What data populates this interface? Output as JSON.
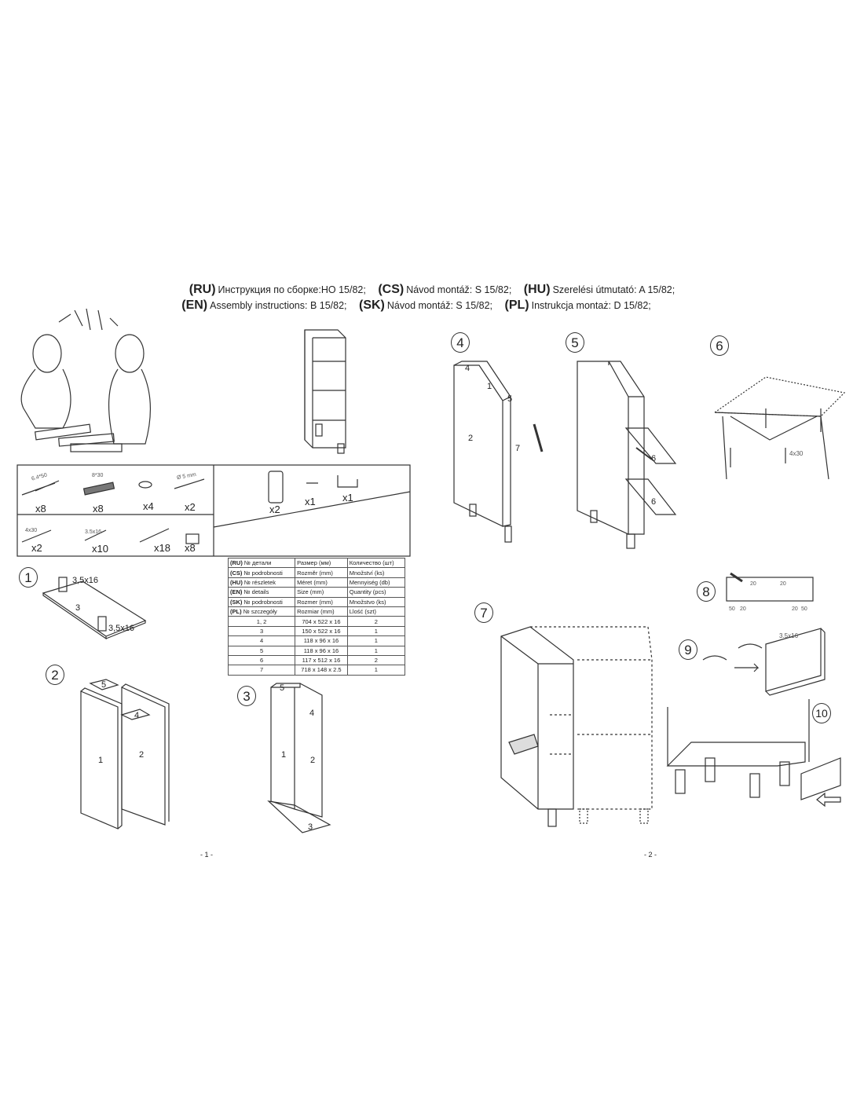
{
  "header": {
    "line1": [
      {
        "code": "(RU)",
        "text": "Инструкция по сборке:HO 15/82;"
      },
      {
        "code": "(CS)",
        "text": "Návod montáž: S 15/82;"
      },
      {
        "code": "(HU)",
        "text": "Szerelési útmutató: A 15/82;"
      }
    ],
    "line2": [
      {
        "code": "(EN)",
        "text": "Assembly instructions: B 15/82;"
      },
      {
        "code": "(SK)",
        "text": "Návod montáž: S 15/82;"
      },
      {
        "code": "(PL)",
        "text": "Instrukcja montaż: D 15/82;"
      }
    ]
  },
  "hardware": {
    "row1": [
      {
        "size": "6.4*50",
        "count": "x8"
      },
      {
        "size": "8*30",
        "count": "x8"
      },
      {
        "size": "",
        "count": "x4"
      },
      {
        "size": "Ø 5 mm",
        "count": "x2"
      }
    ],
    "row2": [
      {
        "size": "4x30",
        "count": "x2"
      },
      {
        "size": "3.5x16",
        "count": "x10"
      },
      {
        "size": "",
        "count": "x18"
      },
      {
        "size": "",
        "count": "x8"
      }
    ],
    "right": [
      {
        "count": "x2"
      },
      {
        "count": "x1"
      },
      {
        "count": "x1"
      }
    ]
  },
  "parts_table": {
    "headers": [
      [
        "(RU)",
        "№ детали",
        "Размер  (мм)",
        "Количество (шт)"
      ],
      [
        "(CS)",
        "№ podrobnosti",
        "Rozměr (mm)",
        "Množství (ks)"
      ],
      [
        "(HU)",
        "№ részletek",
        "Méret (mm)",
        "Mennyiség (db)"
      ],
      [
        "(EN)",
        "№ details",
        "Size (mm)",
        "Quantity  (pcs)"
      ],
      [
        "(SK)",
        "№ podrobnosti",
        "Rozmer (mm)",
        "Množstvo (ks)"
      ],
      [
        "(PL)",
        "№ szczegóły",
        "Rozmiar (mm)",
        "Llość (szt)"
      ]
    ],
    "rows": [
      [
        "1, 2",
        "704 x 522 x 16",
        "2"
      ],
      [
        "3",
        "150 x 522 x 16",
        "1"
      ],
      [
        "4",
        "118 x 96 x 16",
        "1"
      ],
      [
        "5",
        "118 x 96 x 16",
        "1"
      ],
      [
        "6",
        "117 x 512 x 16",
        "2"
      ],
      [
        "7",
        "718 x 148 x 2.5",
        "1"
      ]
    ]
  },
  "steps": {
    "s1": {
      "num": "1",
      "part": "3",
      "screw_a": "3,5x16",
      "screw_b": "3,5x16"
    },
    "s2": {
      "num": "2",
      "p5": "5",
      "p4": "4",
      "p1": "1",
      "p2": "2"
    },
    "s3": {
      "num": "3",
      "p5": "5",
      "p4": "4",
      "p1": "1",
      "p2": "2",
      "p3": "3"
    },
    "s4": {
      "num": "4",
      "p4": "4",
      "p1": "1",
      "p5": "5",
      "p2": "2",
      "p7": "7"
    },
    "s5": {
      "num": "5",
      "p6a": "6",
      "p6b": "6"
    },
    "s6": {
      "num": "6",
      "screw": "4x30"
    },
    "s7": {
      "num": "7"
    },
    "s8": {
      "num": "8",
      "d1": "50",
      "d2": "20",
      "d3": "20",
      "d4": "50",
      "v1": "20",
      "v2": "20"
    },
    "s9": {
      "num": "9",
      "screw": "3.5x16"
    },
    "s10": {
      "num": "10"
    }
  },
  "pages": {
    "p1": "- 1 -",
    "p2": "- 2 -"
  }
}
